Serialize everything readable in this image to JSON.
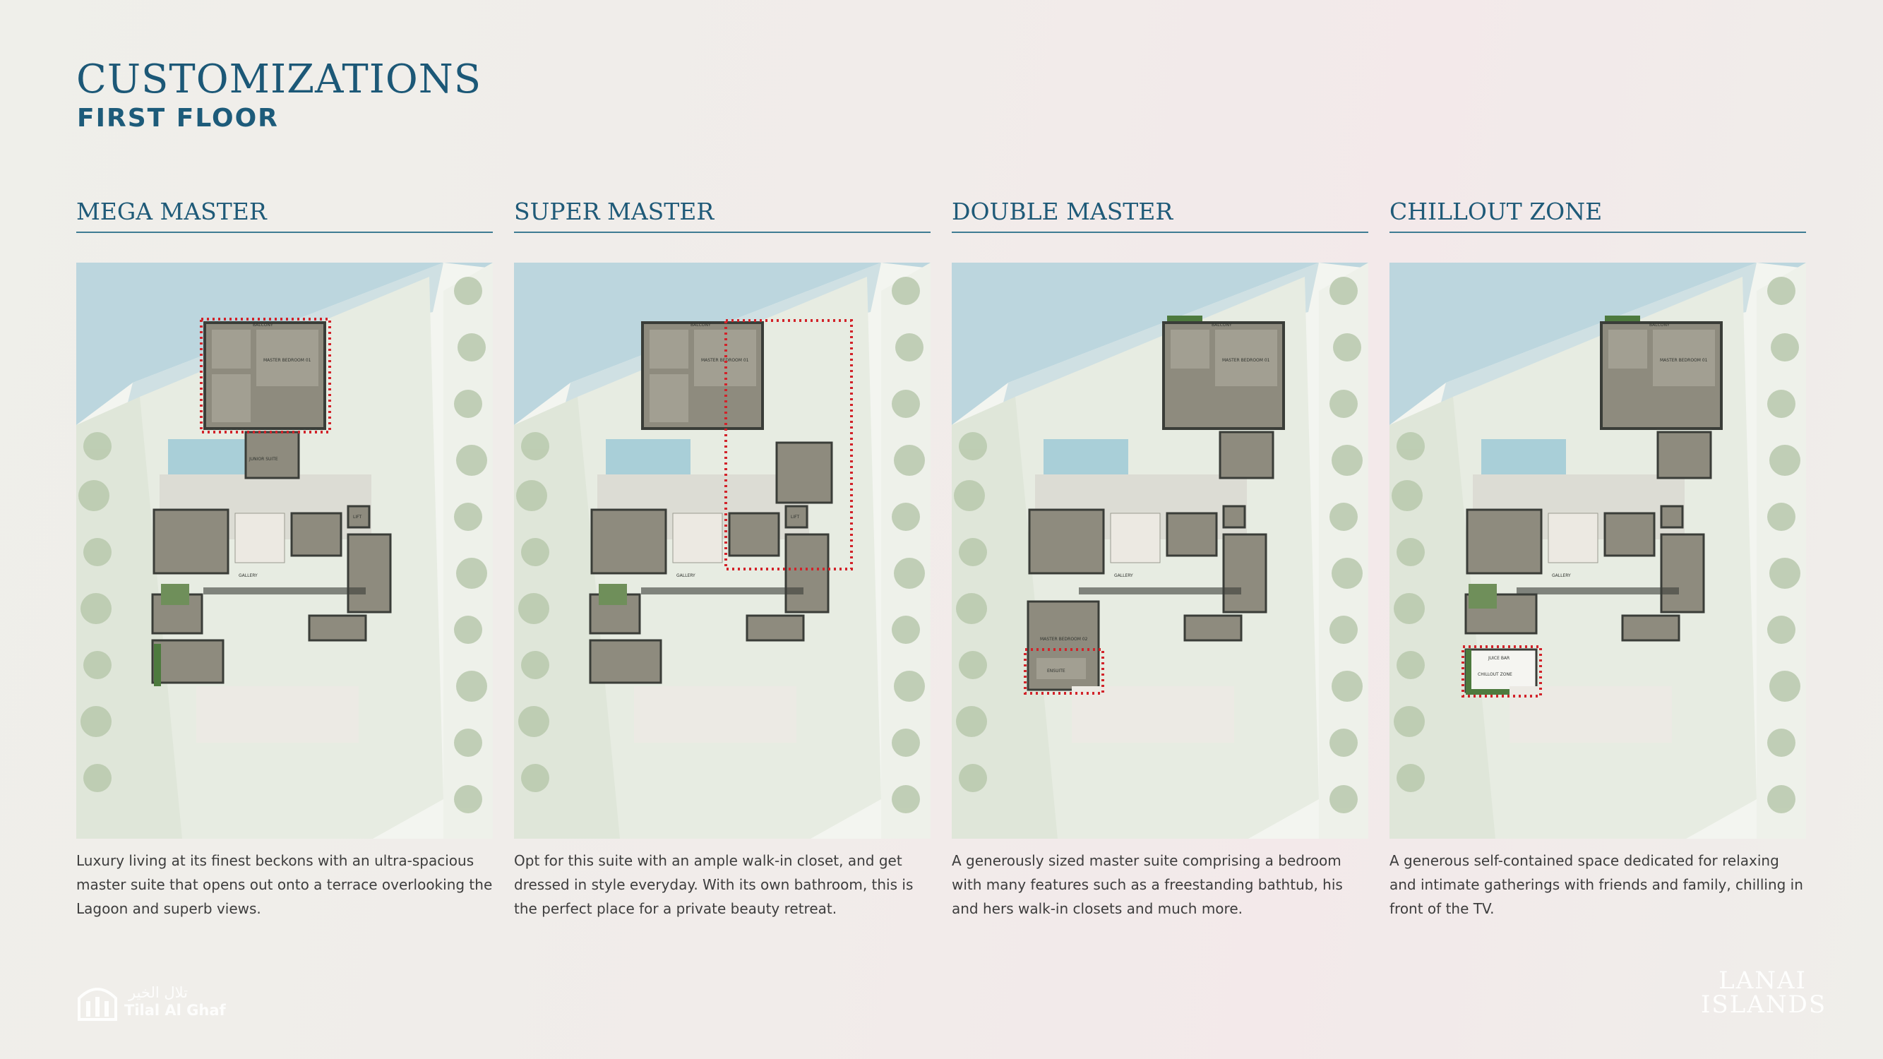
{
  "header": {
    "title": "CUSTOMIZATIONS",
    "subtitle": "FIRST FLOOR"
  },
  "options": [
    {
      "name": "MEGA MASTER",
      "description": "Luxury living at its finest beckons with an ultra-spacious master suite that opens out onto a terrace overlooking the Lagoon and superb views.",
      "highlighted_area": "master suite"
    },
    {
      "name": "SUPER MASTER",
      "description": "Opt for this suite with an ample walk-in closet, and get dressed in style everyday. With its own bathroom, this is the perfect place for a private beauty retreat.",
      "highlighted_area": "master suite with walk-in closet"
    },
    {
      "name": "DOUBLE MASTER",
      "description": "A generously sized master suite comprising a bedroom with many features such as a freestanding bathtub, his and hers walk-in closets and much more.",
      "highlighted_area": "master bedroom 02"
    },
    {
      "name": "CHILLOUT ZONE",
      "description": "A generous self-contained space dedicated for relaxing and intimate gatherings with friends and family, chilling in front of the TV.",
      "highlighted_area": "chillout zone"
    }
  ],
  "plan_labels": {
    "balcony": "BALCONY",
    "master_bedroom": "MASTER BEDROOM 01",
    "master_bedroom_02": "MASTER BEDROOM 02",
    "ensuite": "ENSUITE",
    "junior_suite": "JUNIOR SUITE",
    "gallery": "GALLERY",
    "lift": "LIFT",
    "juice_bar": "JUICE BAR",
    "chillout_zone": "CHILLOUT ZONE"
  },
  "footer": {
    "developer_logo_arabic": "تلال الخير",
    "developer_logo": "Tilal Al Ghaf",
    "brand_logo_line1": "LANAI",
    "brand_logo_line2": "ISLANDS"
  },
  "colors": {
    "heading": "#1c5877",
    "rule": "#3f7c93",
    "body_text": "#3d3d3d",
    "highlight": "#d2232a",
    "room_fill": "#8e8b7e",
    "wall": "#3a3d38",
    "water": "#bcd6de",
    "greenery": "#b9c9ad"
  }
}
